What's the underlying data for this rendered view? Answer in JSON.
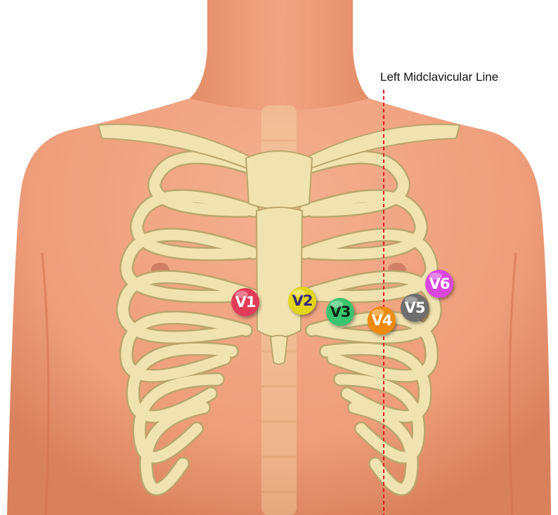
{
  "midclavicular_label": "Left Midclavicular Line",
  "leads": [
    {
      "label": "V1",
      "color": "#e23b57",
      "text_color": "#ffffff"
    },
    {
      "label": "V2",
      "color": "#e3d61a",
      "text_color": "#3a2a7a"
    },
    {
      "label": "V3",
      "color": "#3bc46e",
      "text_color": "#0c2a16"
    },
    {
      "label": "V4",
      "color": "#ef8a0c",
      "text_color": "#ffffff"
    },
    {
      "label": "V5",
      "color": "#6e6e6e",
      "text_color": "#ffffff"
    },
    {
      "label": "V6",
      "color": "#d947df",
      "text_color": "#ffffff"
    }
  ],
  "colors": {
    "skin": "#ee9d7a",
    "skin_shadow": "#d9805c",
    "bone": "#f1e3b0",
    "bone_outline": "#b9a66e",
    "line": "#e0141d"
  }
}
